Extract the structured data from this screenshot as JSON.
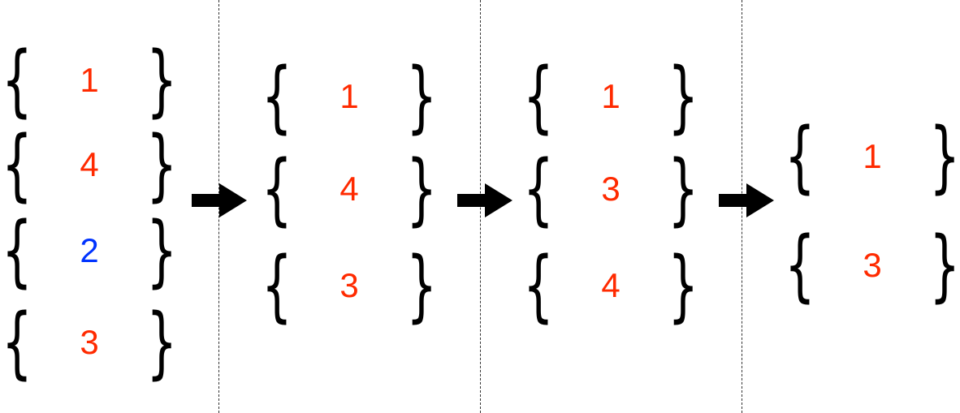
{
  "colors": {
    "brace": "#000000",
    "number_default": "#ff2a00",
    "number_highlight": "#0033ff",
    "arrow": "#000000",
    "divider": "#333333"
  },
  "stages": [
    {
      "items": [
        {
          "value": "1",
          "highlight": false
        },
        {
          "value": "4",
          "highlight": false
        },
        {
          "value": "2",
          "highlight": true
        },
        {
          "value": "3",
          "highlight": false
        }
      ]
    },
    {
      "items": [
        {
          "value": "1",
          "highlight": false
        },
        {
          "value": "4",
          "highlight": false
        },
        {
          "value": "3",
          "highlight": false
        }
      ]
    },
    {
      "items": [
        {
          "value": "1",
          "highlight": false
        },
        {
          "value": "3",
          "highlight": false
        },
        {
          "value": "4",
          "highlight": false
        }
      ]
    },
    {
      "items": [
        {
          "value": "1",
          "highlight": false
        },
        {
          "value": "3",
          "highlight": false
        }
      ]
    }
  ],
  "arrow_icon": "right-arrow-icon",
  "brace_glyphs": {
    "left": "{",
    "right": "}"
  }
}
